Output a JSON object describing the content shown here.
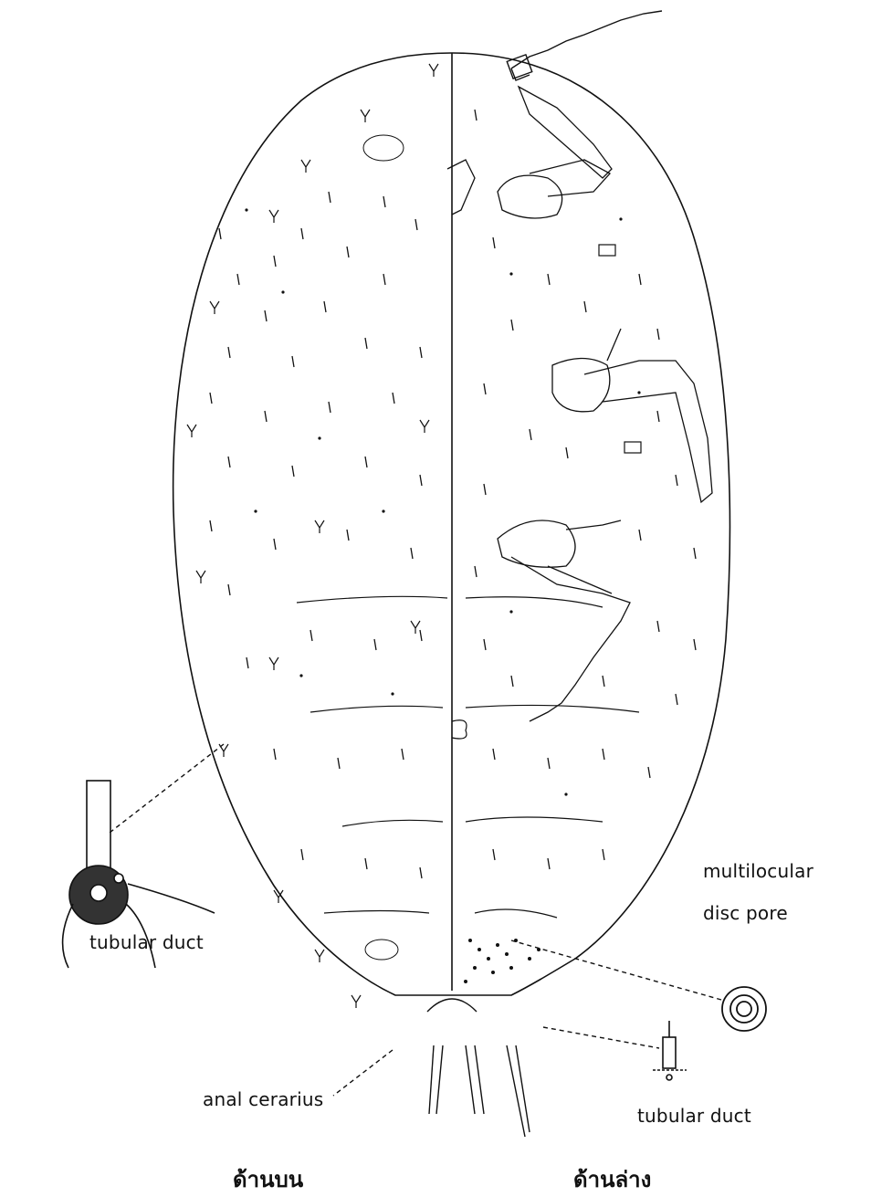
{
  "labels": {
    "tubular_duct_left": "tubular duct",
    "multilocular_line1": "multilocular",
    "multilocular_line2": "disc pore",
    "anal_cerarius": "anal cerarius",
    "tubular_duct_right": "tubular duct"
  },
  "captions": {
    "dorsal": "ด้านบน",
    "ventral": "ด้านล่าง"
  },
  "colors": {
    "ink": "#111111",
    "background": "#ffffff"
  }
}
